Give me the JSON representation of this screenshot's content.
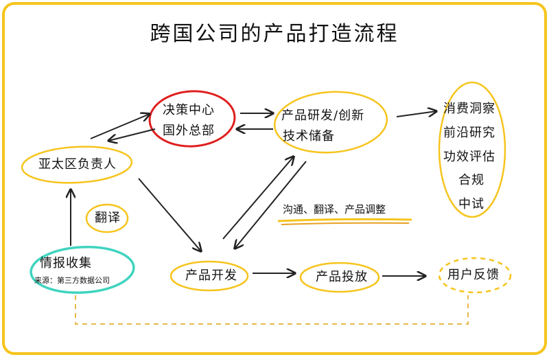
{
  "title": "跨国公司的产品打造流程",
  "nodes": {
    "decision_line1": "决策中心",
    "decision_line2": "国外总部",
    "rd_line1": "产品研发/创新",
    "rd_line2": "技术储备",
    "consumer_research": [
      "消费洞察",
      "前沿研究",
      "功效评估",
      "合规",
      "中试"
    ],
    "apac": "亚太区负责人",
    "translate": "翻译",
    "intel_title": "情报收集",
    "intel_sub": "来源：第三方数据公司",
    "dev": "产品开发",
    "launch": "产品投放",
    "feedback": "用户反馈"
  },
  "annotation": "沟通、翻译、产品调整",
  "colors": {
    "frame": "#f6c41c",
    "yellow": "#f6c41c",
    "red": "#e01e1e",
    "teal": "#3fd4bf",
    "line": "#222222",
    "dashed": "#e8b84a"
  }
}
